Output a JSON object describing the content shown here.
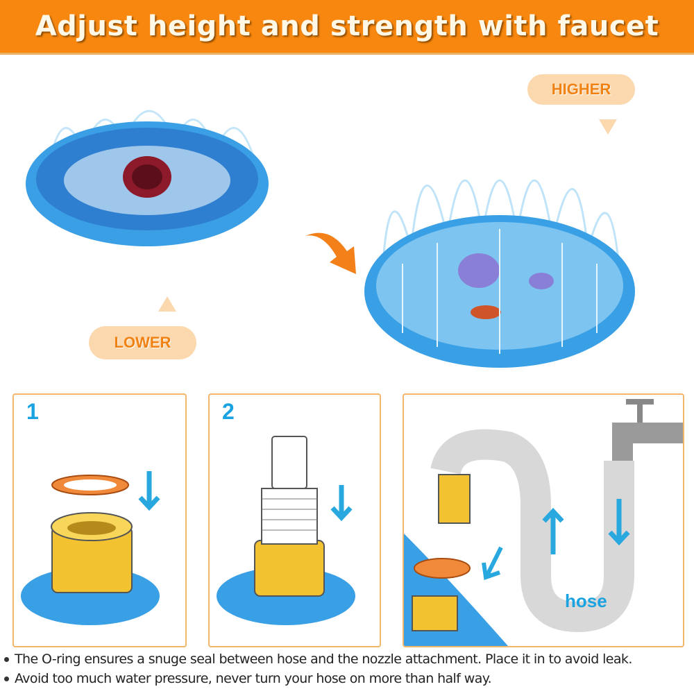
{
  "header": {
    "title": "Adjust height and strength with faucet"
  },
  "labels": {
    "higher": "HIGHER",
    "lower": "LOWER"
  },
  "steps": [
    {
      "number": "1"
    },
    {
      "number": "2"
    },
    {
      "hose_label": "hose"
    }
  ],
  "notes": [
    "The O-ring ensures a snuge seal between hose and the nozzle attachment. Place it in to avoid leak.",
    "Avoid too much water pressure, never turn your hose on more than half way."
  ],
  "colors": {
    "accent": "#f7870f",
    "pool": "#3aa0e6",
    "arrow": "#29a8e0",
    "pill": "#fcd8ae"
  }
}
